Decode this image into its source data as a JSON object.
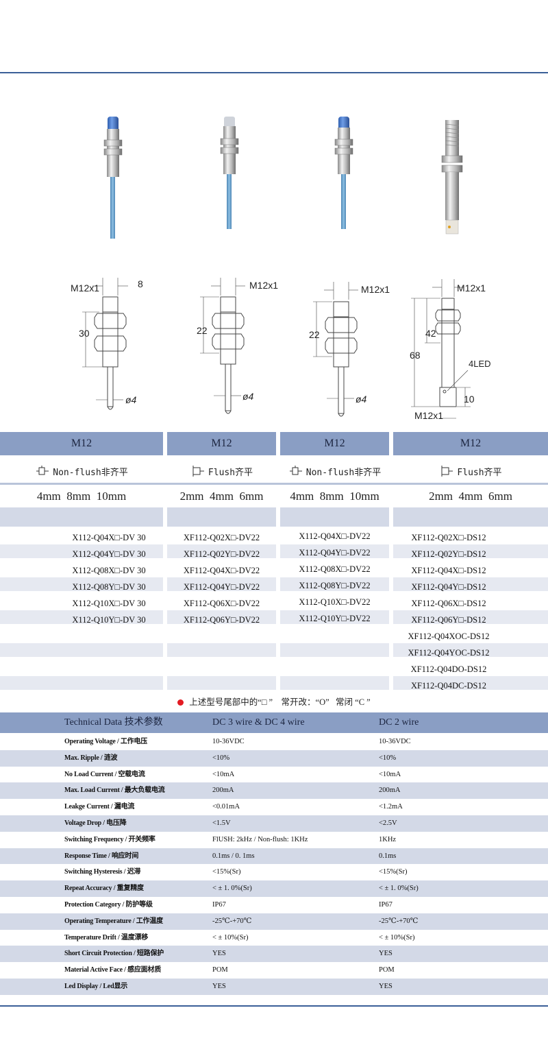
{
  "columns": [
    {
      "thread": "M12",
      "mount": "Non-flush非齐平",
      "mount_type": "non-flush",
      "distances": "4mm  8mm  10mm",
      "dims": {
        "thread": "M12x1",
        "a": "8",
        "b": "30",
        "cable": "ø4"
      },
      "models": [
        "X112-Q04X□-DV 30",
        "X112-Q04Y□-DV 30",
        "X112-Q08X□-DV 30",
        "X112-Q08Y□-DV 30",
        "X112-Q10X□-DV 30",
        "X112-Q10Y□-DV 30"
      ]
    },
    {
      "thread": "M12",
      "mount": "Flush齐平",
      "mount_type": "flush",
      "distances": "2mm  4mm  6mm",
      "dims": {
        "thread": "M12x1",
        "b": "22",
        "cable": "ø4"
      },
      "models": [
        "XF112-Q02X□-DV22",
        "XF112-Q02Y□-DV22",
        "XF112-Q04X□-DV22",
        "XF112-Q04Y□-DV22",
        "XF112-Q06X□-DV22",
        "XF112-Q06Y□-DV22"
      ]
    },
    {
      "thread": "M12",
      "mount": "Non-flush非齐平",
      "mount_type": "non-flush",
      "distances": "4mm  8mm  10mm",
      "dims": {
        "thread": "M12x1",
        "b": "22",
        "cable": "ø4"
      },
      "models": [
        "X112-Q04X□-DV22",
        "X112-Q04Y□-DV22",
        "X112-Q08X□-DV22",
        "X112-Q08Y□-DV22",
        "X112-Q10X□-DV22",
        "X112-Q10Y□-DV22"
      ]
    },
    {
      "thread": "M12",
      "mount": "Flush齐平",
      "mount_type": "flush",
      "distances": "2mm  4mm  6mm",
      "dims": {
        "thread": "M12x1",
        "a": "42",
        "b": "68",
        "led": "4LED",
        "c": "10",
        "bottom": "M12x1"
      },
      "models": [
        "XF112-Q02X□-DS12",
        "XF112-Q02Y□-DS12",
        "XF112-Q04X□-DS12",
        "XF112-Q04Y□-DS12",
        "XF112-Q06X□-DS12",
        "XF112-Q06Y□-DS12",
        "XF112-Q04XOC-DS12",
        "XF112-Q04YOC-DS12",
        "XF112-Q04DO-DS12",
        "XF112-Q04DC-DS12"
      ]
    }
  ],
  "note": "上述型号尾部中的“□ ”    常开改：“O”   常闭 “C ”",
  "specs": {
    "header": {
      "param": "Technical Data 技术参数",
      "col1": "DC 3 wire & DC 4 wire",
      "col2": "DC 2 wire"
    },
    "rows": [
      {
        "name": "Operating Voltage / 工作电压",
        "v1": "10-36VDC",
        "v2": "10-36VDC"
      },
      {
        "name": "Max. Ripple / 涟波",
        "v1": "<10%",
        "v2": "<10%"
      },
      {
        "name": "No Load Current / 空载电流",
        "v1": "<10mA",
        "v2": "<10mA"
      },
      {
        "name": "Max. Load Current / 最大负载电流",
        "v1": "200mA",
        "v2": "200mA"
      },
      {
        "name": "Leakge Current / 漏电流",
        "v1": "<0.01mA",
        "v2": "<1.2mA"
      },
      {
        "name": "Voltage Drop / 电压降",
        "v1": "<1.5V",
        "v2": "<2.5V"
      },
      {
        "name": "Switching Frequency / 开关频率",
        "v1": "FlUSH: 2kHz  /  Non-flush: 1KHz",
        "v2": "1KHz"
      },
      {
        "name": "Response Time / 响应时间",
        "v1": "0.1ms / 0. 1ms",
        "v2": "0.1ms"
      },
      {
        "name": "Switching Hysteresis / 迟滞",
        "v1": "<15%(Sr)",
        "v2": "<15%(Sr)"
      },
      {
        "name": "Repeat Accuracy / 重复精度",
        "v1": "< ± 1. 0%(Sr)",
        "v2": "< ± 1. 0%(Sr)"
      },
      {
        "name": "Protection Category / 防护等级",
        "v1": "IP67",
        "v2": "IP67"
      },
      {
        "name": "Operating Temperature / 工作温度",
        "v1": "-25℃-+70℃",
        "v2": "-25℃-+70℃"
      },
      {
        "name": "Temperature Drift / 温度漂移",
        "v1": "< ± 10%(Sr)",
        "v2": "< ± 10%(Sr)"
      },
      {
        "name": "Short Circuit Protection / 短路保护",
        "v1": "YES",
        "v2": "YES"
      },
      {
        "name": "Material Active Face / 感应面材质",
        "v1": "POM",
        "v2": "POM"
      },
      {
        "name": "Led Display / Led显示",
        "v1": "YES",
        "v2": "YES"
      }
    ]
  },
  "colors": {
    "accent": "#3a5f98",
    "header_bar": "#8a9ec4",
    "stripe": "#d3d9e7",
    "sensor_cap": "#4a7fd0",
    "cable": "#6aa3cf"
  }
}
